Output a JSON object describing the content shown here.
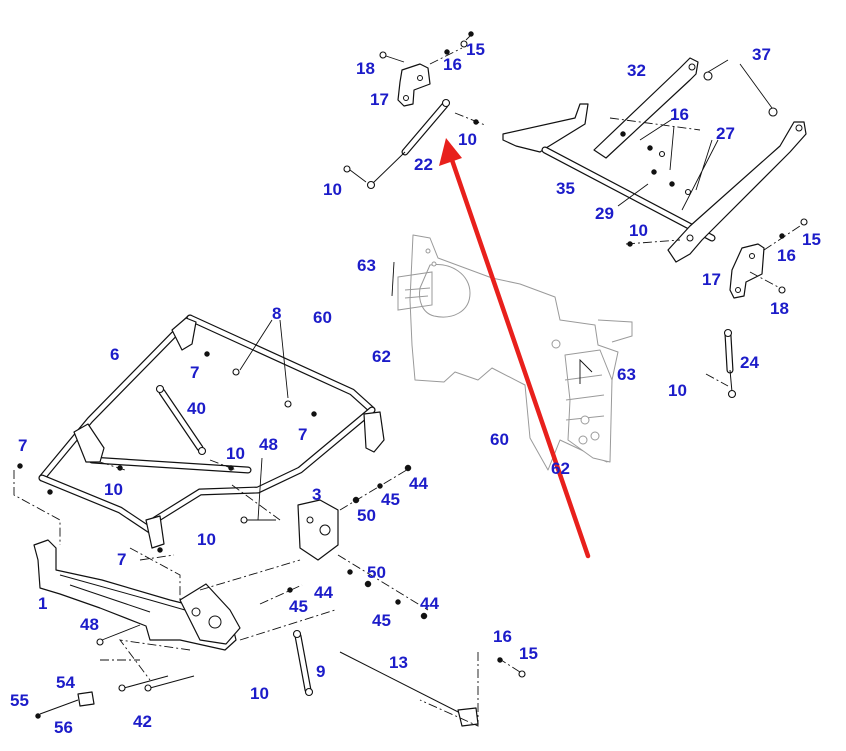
{
  "diagram": {
    "callouts": [
      {
        "id": "c15a",
        "text": "15"
      },
      {
        "id": "c16a",
        "text": "16"
      },
      {
        "id": "c18a",
        "text": "18"
      },
      {
        "id": "c17a",
        "text": "17"
      },
      {
        "id": "c22",
        "text": "22"
      },
      {
        "id": "c10a",
        "text": "10"
      },
      {
        "id": "c10b",
        "text": "10"
      },
      {
        "id": "c32",
        "text": "32"
      },
      {
        "id": "c37",
        "text": "37"
      },
      {
        "id": "c16b",
        "text": "16"
      },
      {
        "id": "c27",
        "text": "27"
      },
      {
        "id": "c35",
        "text": "35"
      },
      {
        "id": "c29",
        "text": "29"
      },
      {
        "id": "c10c",
        "text": "10"
      },
      {
        "id": "c15b",
        "text": "15"
      },
      {
        "id": "c16c",
        "text": "16"
      },
      {
        "id": "c17b",
        "text": "17"
      },
      {
        "id": "c18b",
        "text": "18"
      },
      {
        "id": "c63a",
        "text": "63"
      },
      {
        "id": "c60a",
        "text": "60"
      },
      {
        "id": "c62a",
        "text": "62"
      },
      {
        "id": "c63b",
        "text": "63"
      },
      {
        "id": "c24",
        "text": "24"
      },
      {
        "id": "c10d",
        "text": "10"
      },
      {
        "id": "c60b",
        "text": "60"
      },
      {
        "id": "c62b",
        "text": "62"
      },
      {
        "id": "c8",
        "text": "8"
      },
      {
        "id": "c6",
        "text": "6"
      },
      {
        "id": "c7a",
        "text": "7"
      },
      {
        "id": "c40",
        "text": "40"
      },
      {
        "id": "c7b",
        "text": "7"
      },
      {
        "id": "c7c",
        "text": "7"
      },
      {
        "id": "c10e",
        "text": "10"
      },
      {
        "id": "c10f",
        "text": "10"
      },
      {
        "id": "c48a",
        "text": "48"
      },
      {
        "id": "c3",
        "text": "3"
      },
      {
        "id": "c44a",
        "text": "44"
      },
      {
        "id": "c45a",
        "text": "45"
      },
      {
        "id": "c50a",
        "text": "50"
      },
      {
        "id": "c10g",
        "text": "10"
      },
      {
        "id": "c7d",
        "text": "7"
      },
      {
        "id": "c50b",
        "text": "50"
      },
      {
        "id": "c44b",
        "text": "44"
      },
      {
        "id": "c45b",
        "text": "45"
      },
      {
        "id": "c44c",
        "text": "44"
      },
      {
        "id": "c45c",
        "text": "45"
      },
      {
        "id": "c1",
        "text": "1"
      },
      {
        "id": "c48b",
        "text": "48"
      },
      {
        "id": "c13",
        "text": "13"
      },
      {
        "id": "c16d",
        "text": "16"
      },
      {
        "id": "c15c",
        "text": "15"
      },
      {
        "id": "c9",
        "text": "9"
      },
      {
        "id": "c55",
        "text": "55"
      },
      {
        "id": "c54",
        "text": "54"
      },
      {
        "id": "c56",
        "text": "56"
      },
      {
        "id": "c42",
        "text": "42"
      },
      {
        "id": "c10h",
        "text": "10"
      }
    ],
    "colors": {
      "callout_text": "#1c1cc9",
      "arrow": "#e8201c",
      "line_art": "#111111",
      "background_part": "#9a9a9a"
    }
  }
}
